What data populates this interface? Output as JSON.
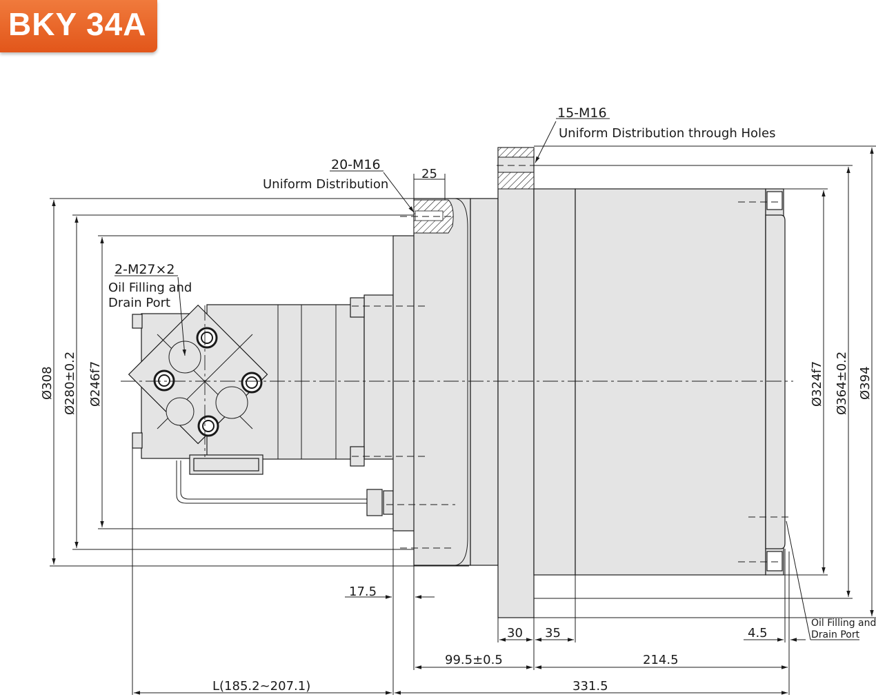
{
  "model": "BKY 34A",
  "badge_color": "#e8622a",
  "annotations": {
    "top_bolt_spec": "15-M16",
    "top_bolt_desc": "Uniform Distribution through Holes",
    "thread_spec": "20-M16",
    "thread_desc": "Uniform Distribution",
    "port_spec": "2-M27×2",
    "port_desc_1": "Oil Filling and",
    "port_desc_2": "Drain Port",
    "right_port_1": "Oil Filling and",
    "right_port_2": "Drain Port"
  },
  "dimensions": {
    "d308": "Ø308",
    "d280": "Ø280±0.2",
    "d246": "Ø246f7",
    "d324": "Ø324f7",
    "d364": "Ø364±0.2",
    "d394": "Ø394",
    "w25": "25",
    "w17_5": "17.5",
    "w30": "30",
    "w35": "35",
    "w4_5": "4.5",
    "w99_5": "99.5±0.5",
    "w214_5": "214.5",
    "wL": "L(185.2~207.1)",
    "w331_5": "331.5"
  }
}
